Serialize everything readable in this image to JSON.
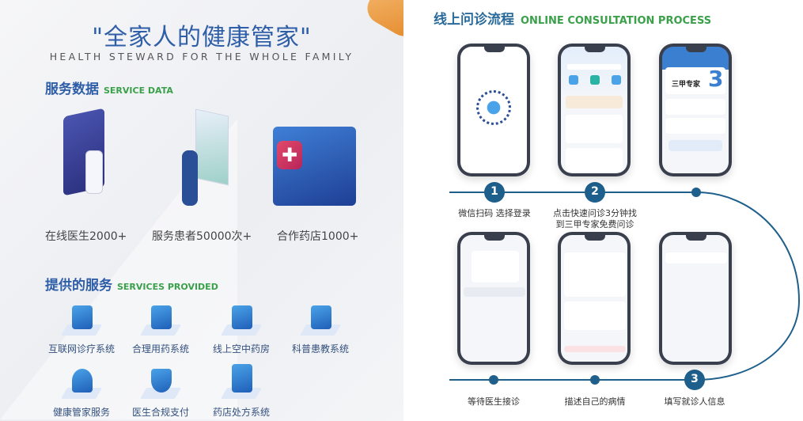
{
  "left": {
    "title": "\"全家人的健康管家\"",
    "subtitle": "HEALTH STEWARD FOR THE WHOLE FAMILY",
    "service_data": {
      "heading": "服务数据",
      "heading_en": "SERVICE DATA",
      "stats": [
        "在线医生2000+",
        "服务患者50000次+",
        "合作药店1000+"
      ]
    },
    "services": {
      "heading": "提供的服务",
      "heading_en": "SERVICES PROVIDED",
      "items": [
        "互联网诊疗系统",
        "合理用药系统",
        "线上空中药房",
        "科普患教系统",
        "健康管家服务",
        "医生合规支付",
        "药店处方系统"
      ]
    }
  },
  "right": {
    "heading": "线上问诊流程",
    "heading_en": "ONLINE CONSULTATION PROCESS",
    "phone3_text": "三甲专家",
    "steps": [
      {
        "number": "1",
        "label": "微信扫码 选择登录"
      },
      {
        "number": "2",
        "label_line1": "点击快速问诊3分钟找",
        "label_line2": "到三甲专家免费问诊"
      },
      {
        "number": "3",
        "label": "填写就诊人信息"
      }
    ],
    "bottom_labels": [
      "等待医生接诊",
      "描述自己的病情"
    ]
  },
  "colors": {
    "brand_blue": "#2f5ea8",
    "accent_green": "#3aa04a",
    "timeline": "#1f5f8b"
  }
}
